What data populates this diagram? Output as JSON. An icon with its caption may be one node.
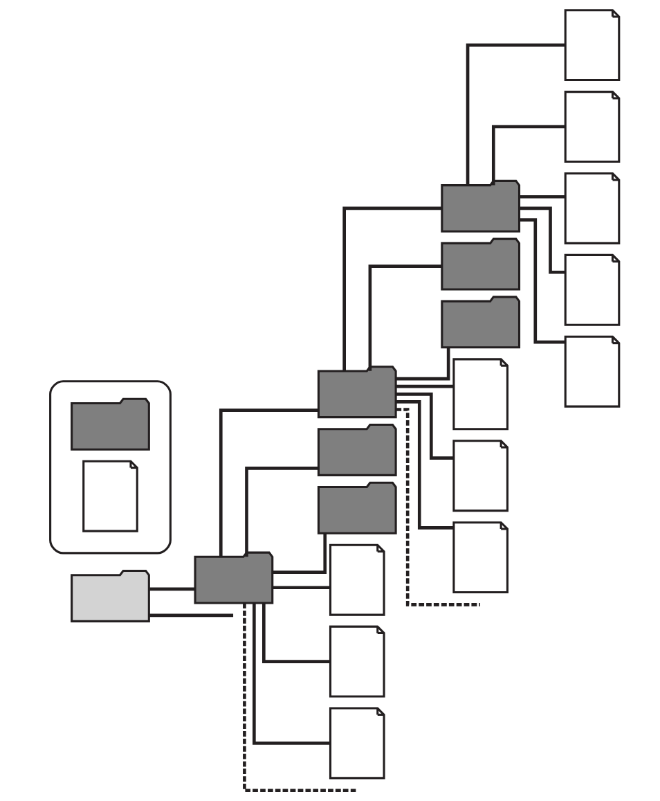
{
  "diagram": {
    "nodes": [
      {
        "text": [],
        "shape": "folder"
      },
      {
        "text": [],
        "shape": "folder"
      },
      {
        "text": [],
        "shape": "folder"
      },
      {
        "text": [],
        "shape": "folder"
      },
      {
        "text": [],
        "shape": "folder"
      },
      {
        "text": [],
        "shape": "document"
      },
      {
        "text": [],
        "shape": "document"
      },
      {
        "text": [],
        "shape": "document"
      },
      {
        "text": [],
        "shape": "folder"
      },
      {
        "text": [],
        "shape": "folder"
      },
      {
        "text": [],
        "shape": "folder"
      },
      {
        "text": [],
        "shape": "document"
      },
      {
        "text": [],
        "shape": "document"
      },
      {
        "text": [],
        "shape": "document"
      },
      {
        "text": [],
        "shape": "document"
      },
      {
        "text": [],
        "shape": "document"
      },
      {
        "text": [],
        "shape": "document"
      },
      {
        "text": [],
        "shape": "document"
      },
      {
        "text": [],
        "shape": "document"
      },
      {
        "text": [],
        "shape": "box"
      },
      {
        "text": [],
        "shape": "folder",
        "in": 19
      },
      {
        "text": [],
        "shape": "document",
        "in": 19
      }
    ],
    "edges": [
      {
        "from": 0,
        "to": 1,
        "arrow": "none"
      },
      {
        "from": 0,
        "to": null,
        "arrow": "none"
      },
      {
        "from": 1,
        "to": 2,
        "arrow": "none"
      },
      {
        "from": 1,
        "to": 3,
        "arrow": "none"
      },
      {
        "from": 1,
        "to": 4,
        "arrow": "none"
      },
      {
        "from": 1,
        "to": 5,
        "arrow": "none"
      },
      {
        "from": 1,
        "to": 6,
        "arrow": "none"
      },
      {
        "from": 1,
        "to": 7,
        "arrow": "none"
      },
      {
        "from": 1,
        "to": null,
        "arrow": "none",
        "style": "dashed"
      },
      {
        "from": 2,
        "to": 8,
        "arrow": "none"
      },
      {
        "from": 2,
        "to": 9,
        "arrow": "none"
      },
      {
        "from": 2,
        "to": 10,
        "arrow": "none"
      },
      {
        "from": 2,
        "to": 11,
        "arrow": "none"
      },
      {
        "from": 2,
        "to": 12,
        "arrow": "none"
      },
      {
        "from": 2,
        "to": 13,
        "arrow": "none"
      },
      {
        "from": 2,
        "to": null,
        "arrow": "none",
        "style": "dashed"
      },
      {
        "from": 8,
        "to": 14,
        "arrow": "none"
      },
      {
        "from": 8,
        "to": 15,
        "arrow": "none"
      },
      {
        "from": 8,
        "to": 16,
        "arrow": "none"
      },
      {
        "from": 8,
        "to": 17,
        "arrow": "none"
      },
      {
        "from": 8,
        "to": 18,
        "arrow": "none"
      }
    ]
  }
}
